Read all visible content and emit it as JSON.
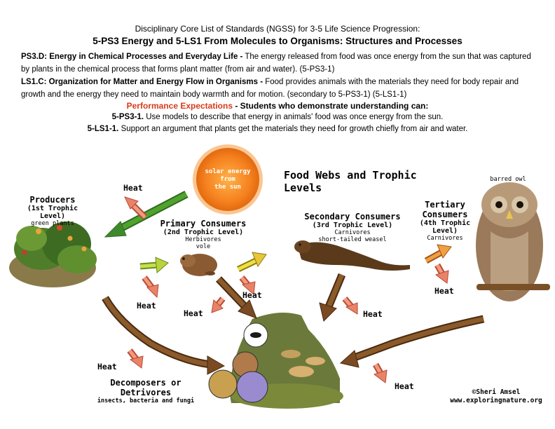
{
  "header": {
    "line1": "Disciplinary Core List of Standards (NGSS) for 3-5 Life Science Progression:",
    "line2": "5-PS3 Energy and 5-LS1 From Molecules to Organisms: Structures and Processes"
  },
  "standards": {
    "ps3d_title": "PS3.D: Energy in Chemical Processes and Everyday Life -",
    "ps3d_text": " The energy released from food was once energy from the sun that was captured by plants in the chemical process that forms plant matter (from air and water). (5-PS3-1)",
    "ls1c_title": "LS1.C: Organization for Matter and Energy Flow in Organisms -",
    "ls1c_text": " Food provides animals with the materials they need for body repair and growth and the energy they need to maintain body warmth and for motion. (secondary to 5-PS3-1) (5-LS1-1)"
  },
  "performance": {
    "title": "Performance Expectations",
    "subtitle": " - Students who demonstrate understanding can:",
    "pe1_code": "5-PS3-1.",
    "pe1_text": " Use models to describe that energy in animals' food was once energy from the sun.",
    "pe2_code": "5-LS1-1.",
    "pe2_text": " Support an argument that plants get the materials they need for growth chiefly from air and water."
  },
  "diagram": {
    "title": "Food Webs and Trophic Levels",
    "sun": {
      "line1": "solar energy",
      "line2": "from",
      "line3": "the sun"
    },
    "producers": {
      "title": "Producers",
      "level": "(1st Trophic Level)",
      "example": "green plants"
    },
    "primary": {
      "title": "Primary Consumers",
      "level": "(2nd Trophic Level)",
      "role": "Herbivores",
      "example": "vole"
    },
    "secondary": {
      "title": "Secondary Consumers",
      "level": "(3rd Trophic Level)",
      "role": "Carnivores",
      "example": "short-tailed weasel"
    },
    "tertiary": {
      "title1": "Tertiary",
      "title2": "Consumers",
      "level": "(4th Trophic Level)",
      "role": "Carnivores",
      "example": "barred owl"
    },
    "decomposers": {
      "title": "Decomposers or Detrivores",
      "example": "insects, bacteria and fungi"
    },
    "heat_label": "Heat",
    "credit1": "©Sheri Amsel",
    "credit2": "www.exploringnature.org"
  },
  "colors": {
    "sun": "#f07a1c",
    "sun_to_producers_arrow": "#3e8a2a",
    "heat_arrow": "#e8836a",
    "energy_arrow": "#e8c63a",
    "decomposer_arrow": "#7a4a22",
    "performance_title": "#d83a17"
  }
}
